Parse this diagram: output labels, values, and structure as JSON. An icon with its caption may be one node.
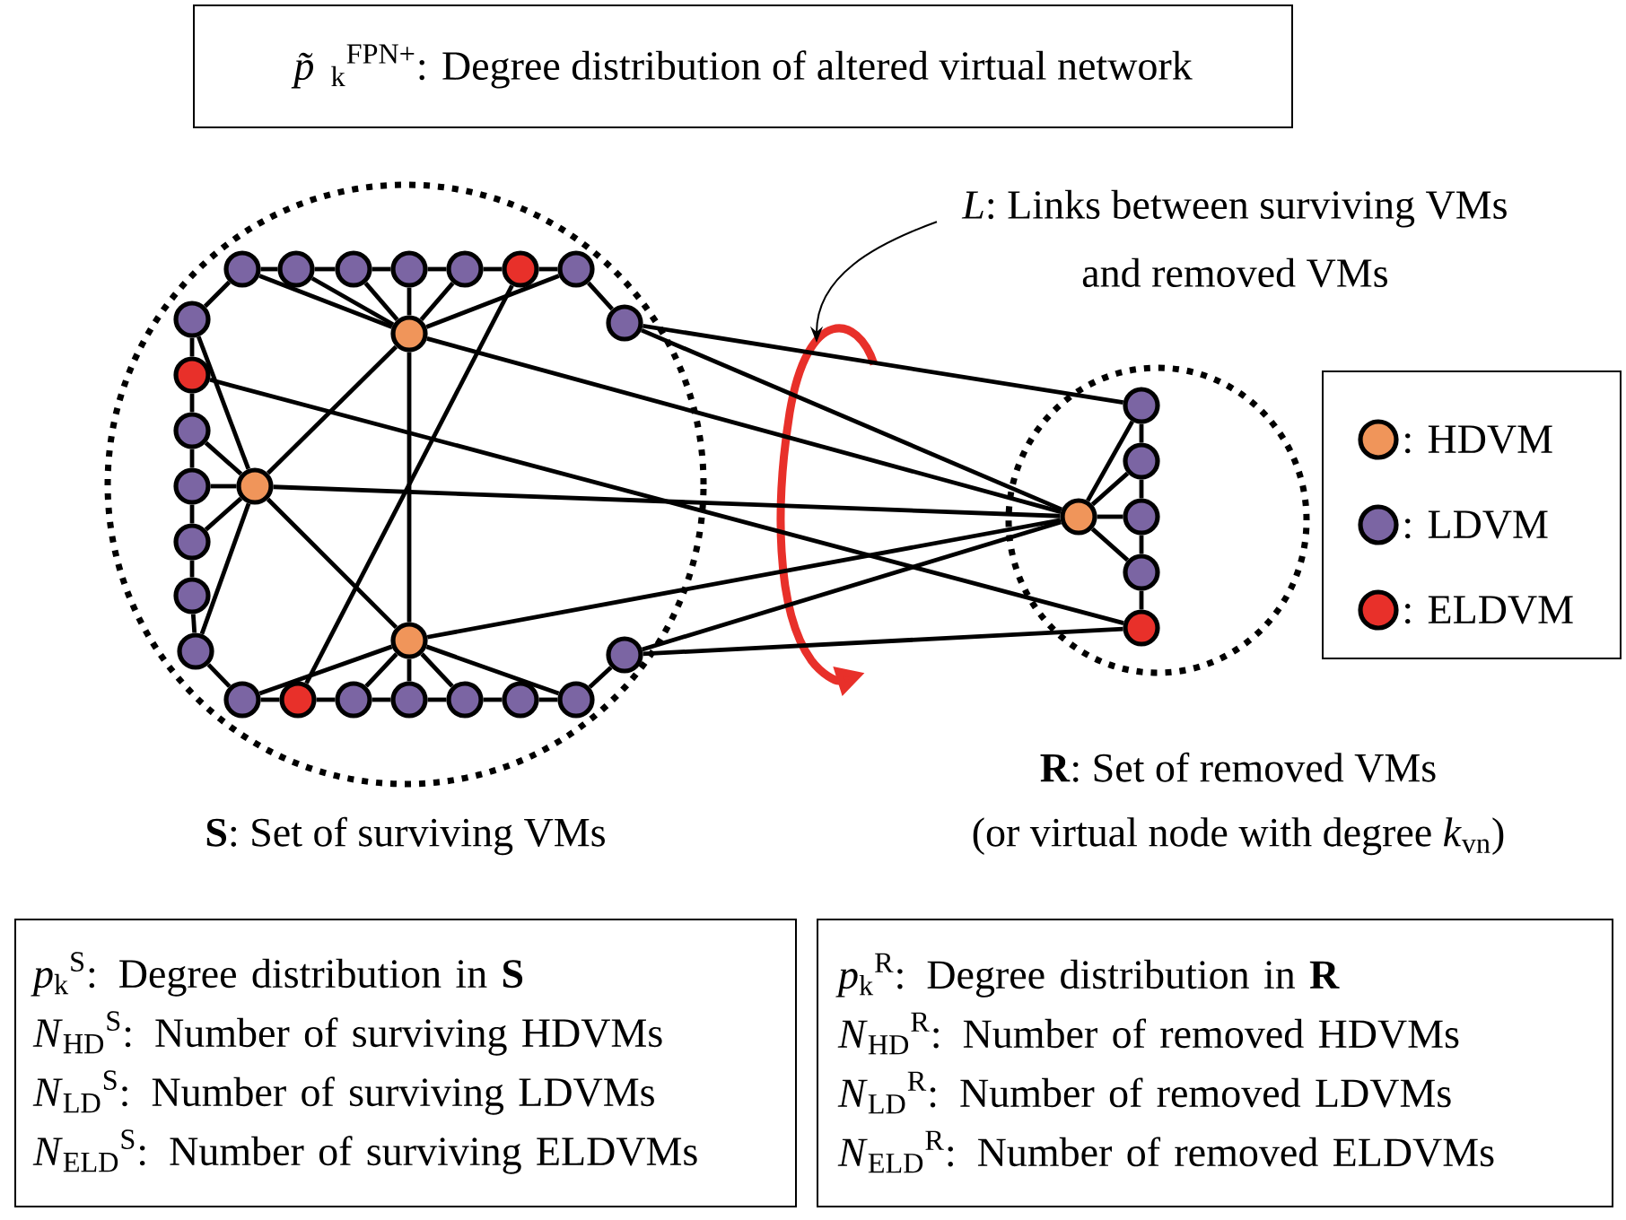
{
  "diagram": {
    "nodes": [
      {
        "text": [
          "*p̃*$_{k}$$^{FPN+}$: Degree distribution of altered virtual network"
        ]
      },
      {
        "text": [
          "*L*: Links between surviving VMs and removed VMs"
        ]
      },
      {
        "text": [
          "**S**: Set of surviving VMs"
        ]
      },
      {
        "text": [],
        "shape": "circle",
        "in": 2
      },
      {
        "text": [],
        "shape": "circle",
        "in": 2
      },
      {
        "text": [],
        "shape": "circle",
        "in": 2
      },
      {
        "text": [],
        "shape": "circle",
        "in": 2
      },
      {
        "text": [],
        "shape": "circle",
        "in": 2
      },
      {
        "text": [],
        "shape": "circle",
        "in": 2
      },
      {
        "text": [],
        "shape": "circle",
        "in": 2
      },
      {
        "text": [],
        "shape": "circle",
        "in": 2
      },
      {
        "text": [],
        "shape": "circle",
        "in": 2
      },
      {
        "text": [],
        "shape": "circle",
        "in": 2
      },
      {
        "text": [],
        "shape": "circle",
        "in": 2
      },
      {
        "text": [],
        "shape": "circle",
        "in": 2
      },
      {
        "text": [],
        "shape": "circle",
        "in": 2
      },
      {
        "text": [],
        "shape": "circle",
        "in": 2
      },
      {
        "text": [],
        "shape": "circle",
        "in": 2
      },
      {
        "text": [],
        "shape": "circle",
        "in": 2
      },
      {
        "text": [],
        "shape": "circle",
        "in": 2
      },
      {
        "text": [],
        "shape": "circle",
        "in": 2
      },
      {
        "text": [],
        "shape": "circle",
        "in": 2
      },
      {
        "text": [],
        "shape": "circle",
        "in": 2
      },
      {
        "text": [],
        "shape": "circle",
        "in": 2
      },
      {
        "text": [],
        "shape": "circle",
        "in": 2
      },
      {
        "text": [],
        "shape": "circle",
        "in": 2
      },
      {
        "text": [],
        "shape": "circle",
        "in": 2
      },
      {
        "text": [],
        "shape": "circle",
        "in": 2
      },
      {
        "text": [],
        "shape": "circle",
        "in": 2
      },
      {
        "text": [
          "**R**: Set of removed VMs",
          "(or virtual node with degree *k*$_{vn}$)"
        ]
      },
      {
        "text": [],
        "shape": "circle",
        "in": 29
      },
      {
        "text": [],
        "shape": "circle",
        "in": 29
      },
      {
        "text": [],
        "shape": "circle",
        "in": 29
      },
      {
        "text": [],
        "shape": "circle",
        "in": 29
      },
      {
        "text": [],
        "shape": "circle",
        "in": 29
      },
      {
        "text": [],
        "shape": "circle",
        "in": 29
      },
      {
        "text": [
          "*p*$_{k}$$^{S}$: Degree distribution in **S**",
          "*N*$_{HD}$$^{S}$: Number of surviving HDVMs",
          "*N*$_{LD}$$^{S}$: Number of surviving LDVMs",
          "*N*$_{ELD}$$^{S}$: Number of surviving ELDVMs"
        ]
      },
      {
        "text": [
          "*p*$_{k}$$^{R}$: Degree distribution in **R**",
          "*N*$_{HD}$$^{R}$: Number of removed HDVMs",
          "*N*$_{LD}$$^{R}$: Number of removed LDVMs",
          "*N*$_{ELD}$$^{R}$: Number of removed ELDVMs"
        ]
      }
    ],
    "edges": [
      {
        "from": 1,
        "to": null,
        "arrow": "to"
      },
      {
        "from": 3,
        "to": 4,
        "arrow": "none"
      },
      {
        "from": 4,
        "to": 5,
        "arrow": "none"
      },
      {
        "from": 5,
        "to": 6,
        "arrow": "none"
      },
      {
        "from": 6,
        "to": 7,
        "arrow": "none"
      },
      {
        "from": 7,
        "to": 8,
        "arrow": "none"
      },
      {
        "from": 8,
        "to": 9,
        "arrow": "none"
      },
      {
        "from": 3,
        "to": 10,
        "arrow": "none"
      },
      {
        "from": 9,
        "to": 12,
        "arrow": "none"
      },
      {
        "from": 10,
        "to": 13,
        "arrow": "none"
      },
      {
        "from": 13,
        "to": 14,
        "arrow": "none"
      },
      {
        "from": 14,
        "to": 15,
        "arrow": "none"
      },
      {
        "from": 15,
        "to": 17,
        "arrow": "none"
      },
      {
        "from": 17,
        "to": 18,
        "arrow": "none"
      },
      {
        "from": 18,
        "to": 20,
        "arrow": "none"
      },
      {
        "from": 20,
        "to": 22,
        "arrow": "none"
      },
      {
        "from": 22,
        "to": 23,
        "arrow": "none"
      },
      {
        "from": 23,
        "to": 24,
        "arrow": "none"
      },
      {
        "from": 24,
        "to": 25,
        "arrow": "none"
      },
      {
        "from": 25,
        "to": 26,
        "arrow": "none"
      },
      {
        "from": 26,
        "to": 27,
        "arrow": "none"
      },
      {
        "from": 27,
        "to": 28,
        "arrow": "none"
      },
      {
        "from": 28,
        "to": 21,
        "arrow": "none"
      },
      {
        "from": 11,
        "to": 3,
        "arrow": "none"
      },
      {
        "from": 11,
        "to": 4,
        "arrow": "none"
      },
      {
        "from": 11,
        "to": 5,
        "arrow": "none"
      },
      {
        "from": 11,
        "to": 6,
        "arrow": "none"
      },
      {
        "from": 11,
        "to": 7,
        "arrow": "none"
      },
      {
        "from": 11,
        "to": 9,
        "arrow": "none"
      },
      {
        "from": 8,
        "to": 23,
        "arrow": "none"
      },
      {
        "from": 11,
        "to": 16,
        "arrow": "none"
      },
      {
        "from": 11,
        "to": 19,
        "arrow": "none"
      },
      {
        "from": 11,
        "to": 31,
        "arrow": "none"
      },
      {
        "from": 16,
        "to": 10,
        "arrow": "none"
      },
      {
        "from": 16,
        "to": 14,
        "arrow": "none"
      },
      {
        "from": 16,
        "to": 15,
        "arrow": "none"
      },
      {
        "from": 16,
        "to": 17,
        "arrow": "none"
      },
      {
        "from": 16,
        "to": 20,
        "arrow": "none"
      },
      {
        "from": 16,
        "to": 19,
        "arrow": "none"
      },
      {
        "from": 16,
        "to": 31,
        "arrow": "none"
      },
      {
        "from": 13,
        "to": 35,
        "arrow": "none"
      },
      {
        "from": 19,
        "to": 22,
        "arrow": "none"
      },
      {
        "from": 19,
        "to": 24,
        "arrow": "none"
      },
      {
        "from": 19,
        "to": 25,
        "arrow": "none"
      },
      {
        "from": 19,
        "to": 26,
        "arrow": "none"
      },
      {
        "from": 19,
        "to": 28,
        "arrow": "none"
      },
      {
        "from": 19,
        "to": 31,
        "arrow": "none"
      },
      {
        "from": 12,
        "to": 30,
        "arrow": "none"
      },
      {
        "from": 12,
        "to": 31,
        "arrow": "none"
      },
      {
        "from": 21,
        "to": 35,
        "arrow": "none"
      },
      {
        "from": 21,
        "to": 31,
        "arrow": "none"
      },
      {
        "from": 31,
        "to": 30,
        "arrow": "none"
      },
      {
        "from": 31,
        "to": 32,
        "arrow": "none"
      },
      {
        "from": 31,
        "to": 33,
        "arrow": "none"
      },
      {
        "from": 31,
        "to": 34,
        "arrow": "none"
      },
      {
        "from": 30,
        "to": 32,
        "arrow": "none"
      },
      {
        "from": 32,
        "to": 33,
        "arrow": "none"
      },
      {
        "from": 33,
        "to": 34,
        "arrow": "none"
      },
      {
        "from": 34,
        "to": 35,
        "arrow": "none"
      }
    ],
    "legend": [
      {
        "text": ": HDVM",
        "color": "#f0955a"
      },
      {
        "text": ": LDVM",
        "color": "#7b65a3"
      },
      {
        "text": ": ELDVM",
        "color": "#e8302a"
      }
    ]
  }
}
